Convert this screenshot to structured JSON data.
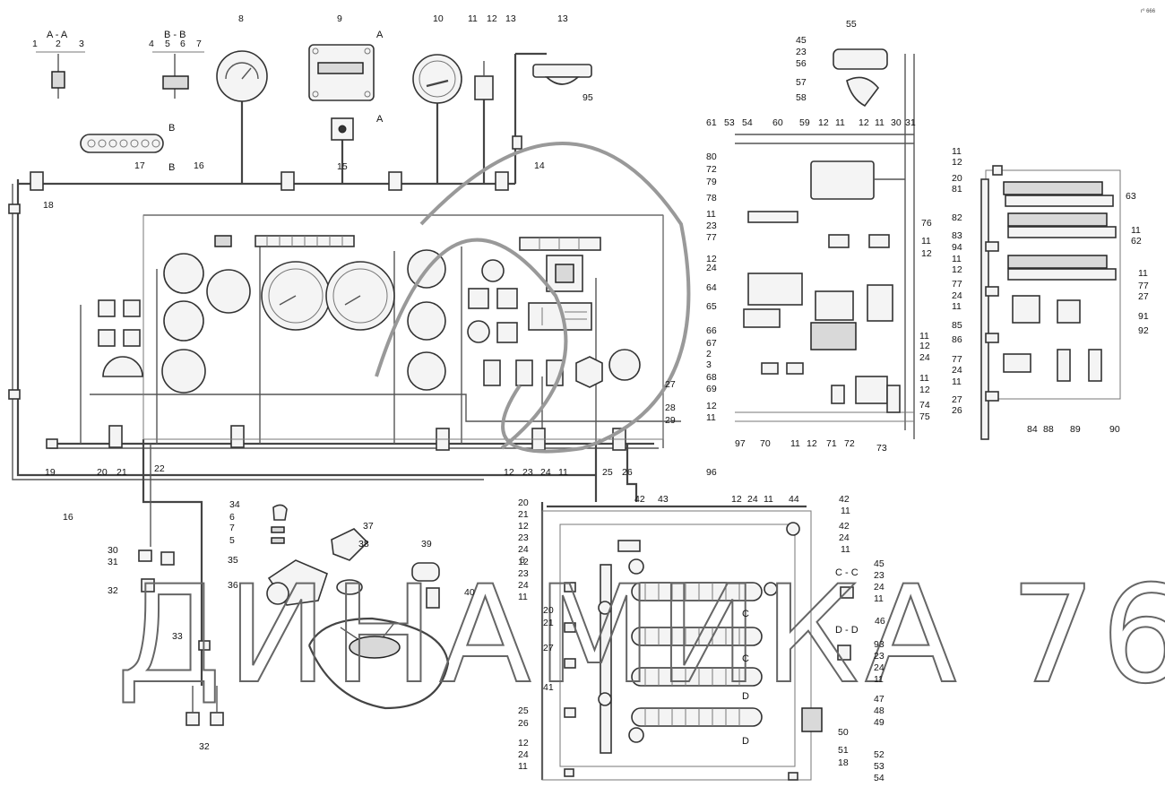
{
  "watermark": "ДИНАМИКА 76",
  "corner_mark": "r⁰ 666",
  "sections": {
    "aa": "A - A",
    "bb": "B - B",
    "cc": "C - C",
    "dd": "D - D",
    "a_marker": "A",
    "b_marker": "B",
    "c_marker": "C",
    "d_marker": "D"
  },
  "labels": [
    {
      "id": "l1",
      "text": "1"
    },
    {
      "id": "l2",
      "text": "2"
    },
    {
      "id": "l3",
      "text": "3"
    },
    {
      "id": "l4",
      "text": "4"
    },
    {
      "id": "l5",
      "text": "5"
    },
    {
      "id": "l6",
      "text": "6"
    },
    {
      "id": "l7",
      "text": "7"
    },
    {
      "id": "l8",
      "text": "8"
    },
    {
      "id": "l9",
      "text": "9"
    },
    {
      "id": "l10",
      "text": "10"
    },
    {
      "id": "l11a",
      "text": "11"
    },
    {
      "id": "l12a",
      "text": "12"
    },
    {
      "id": "l13a",
      "text": "13"
    },
    {
      "id": "l13b",
      "text": "13"
    },
    {
      "id": "l95",
      "text": "95"
    },
    {
      "id": "l14",
      "text": "14"
    },
    {
      "id": "l15",
      "text": "15"
    },
    {
      "id": "l16a",
      "text": "16"
    },
    {
      "id": "l17",
      "text": "17"
    },
    {
      "id": "l18a",
      "text": "18"
    },
    {
      "id": "l19",
      "text": "19"
    },
    {
      "id": "l20a",
      "text": "20"
    },
    {
      "id": "l21a",
      "text": "21"
    },
    {
      "id": "l22",
      "text": "22"
    },
    {
      "id": "l16b",
      "text": "16"
    },
    {
      "id": "l12b",
      "text": "12"
    },
    {
      "id": "l23a",
      "text": "23"
    },
    {
      "id": "l24a",
      "text": "24"
    },
    {
      "id": "l11b",
      "text": "11"
    },
    {
      "id": "l25a",
      "text": "25"
    },
    {
      "id": "l26a",
      "text": "26"
    },
    {
      "id": "l27a",
      "text": "27"
    },
    {
      "id": "l28",
      "text": "28"
    },
    {
      "id": "l29",
      "text": "29"
    },
    {
      "id": "l96",
      "text": "96"
    },
    {
      "id": "l30",
      "text": "30"
    },
    {
      "id": "l31",
      "text": "31"
    },
    {
      "id": "l32a",
      "text": "32"
    },
    {
      "id": "l33",
      "text": "33"
    },
    {
      "id": "l32b",
      "text": "32"
    },
    {
      "id": "l34",
      "text": "34"
    },
    {
      "id": "l6b",
      "text": "6"
    },
    {
      "id": "l7b",
      "text": "7"
    },
    {
      "id": "l5b",
      "text": "5"
    },
    {
      "id": "l35",
      "text": "35"
    },
    {
      "id": "l36",
      "text": "36"
    },
    {
      "id": "l37",
      "text": "37"
    },
    {
      "id": "l38",
      "text": "38"
    },
    {
      "id": "l39",
      "text": "39"
    },
    {
      "id": "l40",
      "text": "40"
    },
    {
      "id": "l20b",
      "text": "20"
    },
    {
      "id": "l21b",
      "text": "21"
    },
    {
      "id": "l12c",
      "text": "12"
    },
    {
      "id": "l23b",
      "text": "23"
    },
    {
      "id": "l24b",
      "text": "24"
    },
    {
      "id": "l6c",
      "text": "6"
    },
    {
      "id": "l42a",
      "text": "42"
    },
    {
      "id": "l43",
      "text": "43"
    },
    {
      "id": "l12d",
      "text": "12"
    },
    {
      "id": "l24c",
      "text": "24"
    },
    {
      "id": "l11c",
      "text": "11"
    },
    {
      "id": "l44",
      "text": "44"
    },
    {
      "id": "l42b",
      "text": "42"
    },
    {
      "id": "l11d",
      "text": "11"
    },
    {
      "id": "l42c",
      "text": "42"
    },
    {
      "id": "l24d",
      "text": "24"
    },
    {
      "id": "l11e",
      "text": "11"
    },
    {
      "id": "l12e",
      "text": "12"
    },
    {
      "id": "l23c",
      "text": "23"
    },
    {
      "id": "l24e",
      "text": "24"
    },
    {
      "id": "l11f",
      "text": "11"
    },
    {
      "id": "l20c",
      "text": "20"
    },
    {
      "id": "l21c",
      "text": "21"
    },
    {
      "id": "l27b",
      "text": "27"
    },
    {
      "id": "l41",
      "text": "41"
    },
    {
      "id": "l25b",
      "text": "25"
    },
    {
      "id": "l26b",
      "text": "26"
    },
    {
      "id": "l12f",
      "text": "12"
    },
    {
      "id": "l24f",
      "text": "24"
    },
    {
      "id": "l11g",
      "text": "11"
    },
    {
      "id": "l45a",
      "text": "45"
    },
    {
      "id": "l23d",
      "text": "23"
    },
    {
      "id": "l24g",
      "text": "24"
    },
    {
      "id": "l11h",
      "text": "11"
    },
    {
      "id": "l46",
      "text": "46"
    },
    {
      "id": "l93",
      "text": "93"
    },
    {
      "id": "l23e",
      "text": "23"
    },
    {
      "id": "l24h",
      "text": "24"
    },
    {
      "id": "l11i",
      "text": "11"
    },
    {
      "id": "l47",
      "text": "47"
    },
    {
      "id": "l48",
      "text": "48"
    },
    {
      "id": "l49",
      "text": "49"
    },
    {
      "id": "l50",
      "text": "50"
    },
    {
      "id": "l51",
      "text": "51"
    },
    {
      "id": "l18b",
      "text": "18"
    },
    {
      "id": "l52",
      "text": "52"
    },
    {
      "id": "l53b",
      "text": "53"
    },
    {
      "id": "l54b",
      "text": "54"
    },
    {
      "id": "l55",
      "text": "55"
    },
    {
      "id": "l45b",
      "text": "45"
    },
    {
      "id": "l23f",
      "text": "23"
    },
    {
      "id": "l56",
      "text": "56"
    },
    {
      "id": "l57",
      "text": "57"
    },
    {
      "id": "l58",
      "text": "58"
    },
    {
      "id": "l61",
      "text": "61"
    },
    {
      "id": "l53a",
      "text": "53"
    },
    {
      "id": "l54a",
      "text": "54"
    },
    {
      "id": "l60",
      "text": "60"
    },
    {
      "id": "l59",
      "text": "59"
    },
    {
      "id": "l12g",
      "text": "12"
    },
    {
      "id": "l11j",
      "text": "11"
    },
    {
      "id": "l12h",
      "text": "12"
    },
    {
      "id": "l11k",
      "text": "11"
    },
    {
      "id": "l30b",
      "text": "30"
    },
    {
      "id": "l31b",
      "text": "31"
    },
    {
      "id": "l80",
      "text": "80"
    },
    {
      "id": "l72a",
      "text": "72"
    },
    {
      "id": "l79",
      "text": "79"
    },
    {
      "id": "l78",
      "text": "78"
    },
    {
      "id": "l11l",
      "text": "11"
    },
    {
      "id": "l23g",
      "text": "23"
    },
    {
      "id": "l77a",
      "text": "77"
    },
    {
      "id": "l76",
      "text": "76"
    },
    {
      "id": "l11m",
      "text": "11"
    },
    {
      "id": "l12i",
      "text": "12"
    },
    {
      "id": "l12j",
      "text": "12"
    },
    {
      "id": "l24i",
      "text": "24"
    },
    {
      "id": "l64",
      "text": "64"
    },
    {
      "id": "l65",
      "text": "65"
    },
    {
      "id": "l66",
      "text": "66"
    },
    {
      "id": "l67",
      "text": "67"
    },
    {
      "id": "l2b",
      "text": "2"
    },
    {
      "id": "l3b",
      "text": "3"
    },
    {
      "id": "l68",
      "text": "68"
    },
    {
      "id": "l69",
      "text": "69"
    },
    {
      "id": "l12k",
      "text": "12"
    },
    {
      "id": "l11n",
      "text": "11"
    },
    {
      "id": "l11o",
      "text": "11"
    },
    {
      "id": "l12l",
      "text": "12"
    },
    {
      "id": "l24j",
      "text": "24"
    },
    {
      "id": "l11p",
      "text": "11"
    },
    {
      "id": "l12m",
      "text": "12"
    },
    {
      "id": "l74",
      "text": "74"
    },
    {
      "id": "l75",
      "text": "75"
    },
    {
      "id": "l97",
      "text": "97"
    },
    {
      "id": "l70",
      "text": "70"
    },
    {
      "id": "l11q",
      "text": "11"
    },
    {
      "id": "l12n",
      "text": "12"
    },
    {
      "id": "l71",
      "text": "71"
    },
    {
      "id": "l72b",
      "text": "72"
    },
    {
      "id": "l73",
      "text": "73"
    },
    {
      "id": "l11r",
      "text": "11"
    },
    {
      "id": "l12o",
      "text": "12"
    },
    {
      "id": "l20d",
      "text": "20"
    },
    {
      "id": "l81",
      "text": "81"
    },
    {
      "id": "l63",
      "text": "63"
    },
    {
      "id": "l82",
      "text": "82"
    },
    {
      "id": "l11s",
      "text": "11"
    },
    {
      "id": "l62",
      "text": "62"
    },
    {
      "id": "l83",
      "text": "83"
    },
    {
      "id": "l94",
      "text": "94"
    },
    {
      "id": "l11t",
      "text": "11"
    },
    {
      "id": "l12p",
      "text": "12"
    },
    {
      "id": "l11u",
      "text": "11"
    },
    {
      "id": "l77b",
      "text": "77"
    },
    {
      "id": "l27c",
      "text": "27"
    },
    {
      "id": "l77c",
      "text": "77"
    },
    {
      "id": "l24k",
      "text": "24"
    },
    {
      "id": "l11v",
      "text": "11"
    },
    {
      "id": "l85",
      "text": "85"
    },
    {
      "id": "l91",
      "text": "91"
    },
    {
      "id": "l92",
      "text": "92"
    },
    {
      "id": "l86",
      "text": "86"
    },
    {
      "id": "l77d",
      "text": "77"
    },
    {
      "id": "l24l",
      "text": "24"
    },
    {
      "id": "l11w",
      "text": "11"
    },
    {
      "id": "l27d",
      "text": "27"
    },
    {
      "id": "l26c",
      "text": "26"
    },
    {
      "id": "l84",
      "text": "84"
    },
    {
      "id": "l88",
      "text": "88"
    },
    {
      "id": "l89",
      "text": "89"
    },
    {
      "id": "l90",
      "text": "90"
    }
  ]
}
